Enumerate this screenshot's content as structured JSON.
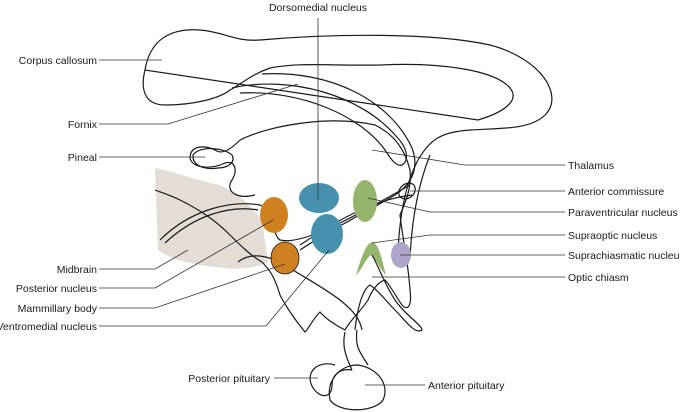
{
  "figure": {
    "title": "Hypothalamus and associated structures (sagittal section)"
  },
  "colors": {
    "background": "#ffffff",
    "brain_tissue": "#f5f2ea",
    "grey_tissue": "#e3ddd6",
    "nucleus_orange": "#d0811f",
    "nucleus_blue": "#4691ad",
    "nucleus_green": "#93b56c",
    "nucleus_purple": "#aea3c8",
    "outline": "#1a1a1a",
    "label_text": "#1a1a1a"
  },
  "labels": {
    "left": [
      {
        "id": "corpus-callosum",
        "text": "Corpus callosum"
      },
      {
        "id": "fornix",
        "text": "Fornix"
      },
      {
        "id": "pineal",
        "text": "Pineal"
      },
      {
        "id": "midbrain",
        "text": "Midbrain"
      },
      {
        "id": "posterior-nucleus",
        "text": "Posterior nucleus"
      },
      {
        "id": "mammillary-body",
        "text": "Mammillary body"
      },
      {
        "id": "ventromedial-nucleus",
        "text": "Ventromedial nucleus"
      },
      {
        "id": "posterior-pituitary",
        "text": "Posterior pituitary"
      }
    ],
    "top": [
      {
        "id": "dorsomedial-nucleus",
        "text": "Dorsomedial nucleus"
      }
    ],
    "right": [
      {
        "id": "thalamus",
        "text": "Thalamus"
      },
      {
        "id": "anterior-commissure",
        "text": "Anterior commissure"
      },
      {
        "id": "paraventricular-nucleus",
        "text": "Paraventricular nucleus"
      },
      {
        "id": "supraoptic-nucleus",
        "text": "Supraoptic nucleus"
      },
      {
        "id": "suprachiasmatic-nucleus",
        "text": "Suprachiasmatic nucleus"
      },
      {
        "id": "optic-chiasm",
        "text": "Optic chiasm"
      },
      {
        "id": "anterior-pituitary",
        "text": "Anterior pituitary"
      }
    ]
  }
}
